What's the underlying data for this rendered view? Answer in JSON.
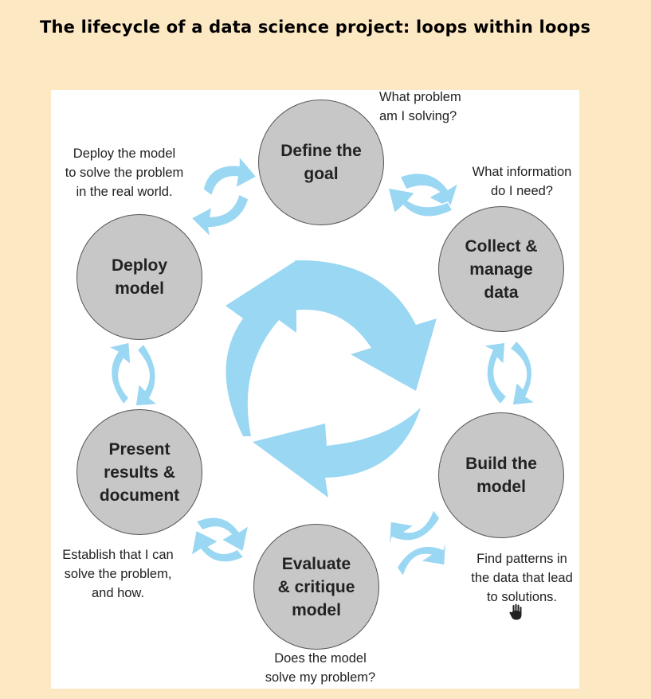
{
  "title": "The lifecycle of a data science project: loops within loops",
  "colors": {
    "background": "#fde8c4",
    "panel": "#ffffff",
    "stage_fill": "#c7c7c7",
    "arrow": "#9ad7f3"
  },
  "stages": {
    "define": "Define the\ngoal",
    "collect": "Collect &\nmanage\ndata",
    "build": "Build the\nmodel",
    "evaluate": "Evaluate\n& critique\nmodel",
    "present": "Present\nresults &\ndocument",
    "deploy": "Deploy\nmodel"
  },
  "notes": {
    "define": "What problem\nam I solving?",
    "collect": "What information\ndo I need?",
    "build": "Find patterns in\nthe data that lead\nto solutions.",
    "evaluate": "Does the model\nsolve my problem?",
    "present": "Establish that I can\nsolve the problem,\nand how.",
    "deploy": "Deploy the model\nto solve the problem\nin the real world."
  },
  "icons": {
    "cursor": "hand-cursor-icon"
  }
}
